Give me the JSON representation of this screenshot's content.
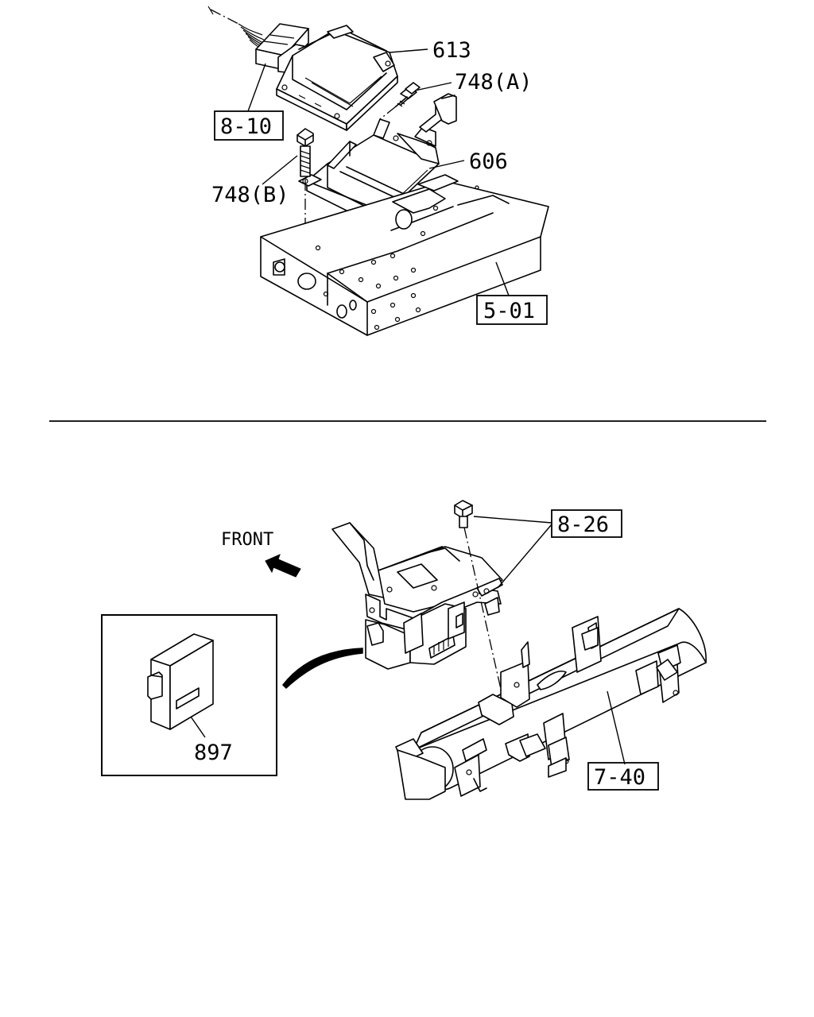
{
  "top_view": {
    "labels": {
      "ecu": "613",
      "bolt_a": "748(A)",
      "bracket": "606",
      "bolt_b": "748(B)"
    },
    "refs": {
      "harness": "8-10",
      "frame": "5-01"
    }
  },
  "bottom_view": {
    "direction_label": "FRONT",
    "labels": {
      "module": "897"
    },
    "refs": {
      "bracket_bolt": "8-26",
      "cross_member": "7-40"
    }
  }
}
